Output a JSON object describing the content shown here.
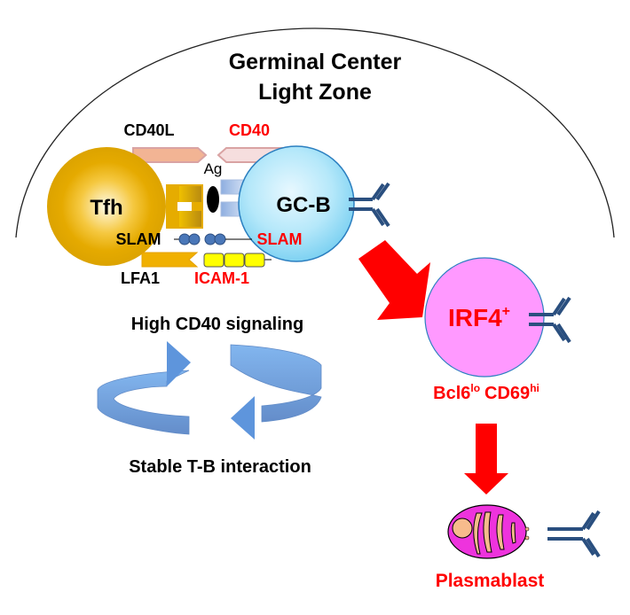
{
  "title": {
    "line1": "Germinal Center",
    "line2": "Light Zone"
  },
  "cells": {
    "tfh": "Tfh",
    "gcb": "GC-B",
    "irf4": "IRF4",
    "irf4_sup": "+",
    "plasmablast": "Plasmablast"
  },
  "molecules": {
    "cd40l": "CD40L",
    "cd40": "CD40",
    "ag": "Ag",
    "slam_t": "SLAM",
    "slam_b": "SLAM",
    "lfa1": "LFA1",
    "icam1": "ICAM-1"
  },
  "irf4_markers": {
    "bcl6": "Bcl6",
    "bcl6_sup": "lo",
    "cd69": "CD69",
    "cd69_sup": "hi"
  },
  "cycle": {
    "top": "High CD40 signaling",
    "bottom": "Stable T-B interaction"
  },
  "colors": {
    "tfh": "#e6ac00",
    "gcb": "#a8e4f7",
    "irf4_cell": "#ff99ff",
    "plasmablast": "#ee33dd",
    "arrow": "#ff0000",
    "antibody": "#2a4f7f",
    "red_text": "#ff0000",
    "cycle_arrow": "#6c9fdc"
  }
}
